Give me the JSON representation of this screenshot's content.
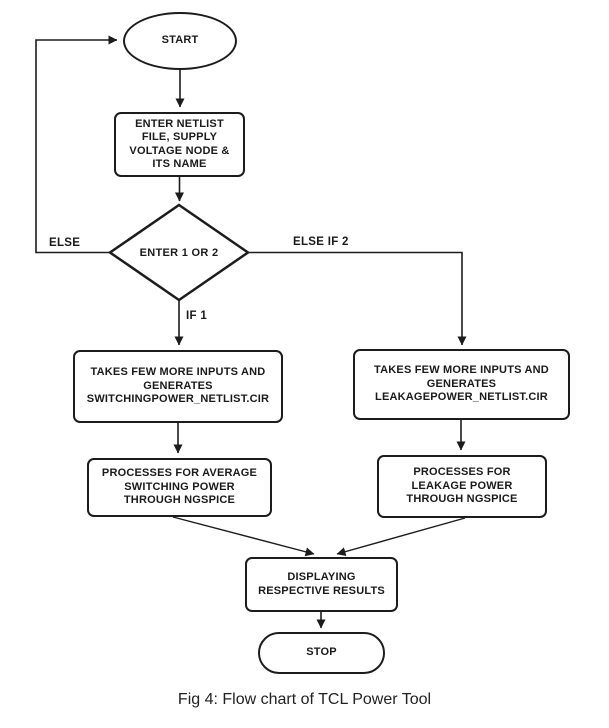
{
  "colors": {
    "stroke": "#1c1c1c",
    "background": "#ffffff",
    "text": "#1a1a1a"
  },
  "caption": "Fig 4: Flow chart of TCL Power Tool",
  "flowchart": {
    "nodes": {
      "start": "START",
      "enter_netlist": "ENTER NETLIST\nFILE, SUPPLY\nVOLTAGE NODE &\nITS NAME",
      "decision": "ENTER 1 OR 2",
      "takes_switching": "TAKES FEW MORE INPUTS AND\nGENERATES\nSWITCHINGPOWER_NETLIST.CIR",
      "takes_leakage": "TAKES FEW MORE INPUTS AND\nGENERATES\nLEAKAGEPOWER_NETLIST.CIR",
      "process_switching": "PROCESSES FOR AVERAGE\nSWITCHING POWER\nTHROUGH NGSPICE",
      "process_leakage": "PROCESSES FOR\nLEAKAGE POWER\nTHROUGH NGSPICE",
      "displaying": "DISPLAYING\nRESPECTIVE RESULTS",
      "stop": "STOP"
    },
    "edge_labels": {
      "else_branch": "ELSE",
      "else_if_2_branch": "ELSE IF 2",
      "if_1_branch": "IF 1"
    }
  }
}
